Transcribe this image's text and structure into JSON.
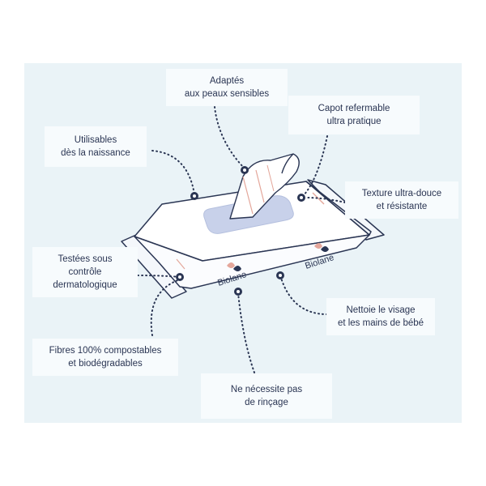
{
  "colors": {
    "background": "#ffffff",
    "panel": "#eaf3f7",
    "callout_box": "#f7fbfd",
    "text": "#2a3553",
    "pack_stroke": "#2a3553",
    "window": "#c8d1ea",
    "accent_pink": "#e4a79b"
  },
  "brand": {
    "name": "Biolane"
  },
  "callouts": {
    "adaptes": {
      "line1": "Adaptés",
      "line2": "aux peaux sensibles"
    },
    "capot": {
      "line1": "Capot refermable",
      "line2": "ultra pratique"
    },
    "utilisables": {
      "line1": "Utilisables",
      "line2": "dès la naissance"
    },
    "texture": {
      "line1": "Texture ultra-douce",
      "line2": "et résistante"
    },
    "testees": {
      "line1": "Testées sous",
      "line2": "contrôle",
      "line3": "dermatologique"
    },
    "nettoie": {
      "line1": "Nettoie le visage",
      "line2": "et les mains de bébé"
    },
    "fibres": {
      "line1": "Fibres 100% compostables",
      "line2": "et biodégradables"
    },
    "rincage": {
      "line1": "Ne nécessite pas",
      "line2": "de rinçage"
    }
  }
}
